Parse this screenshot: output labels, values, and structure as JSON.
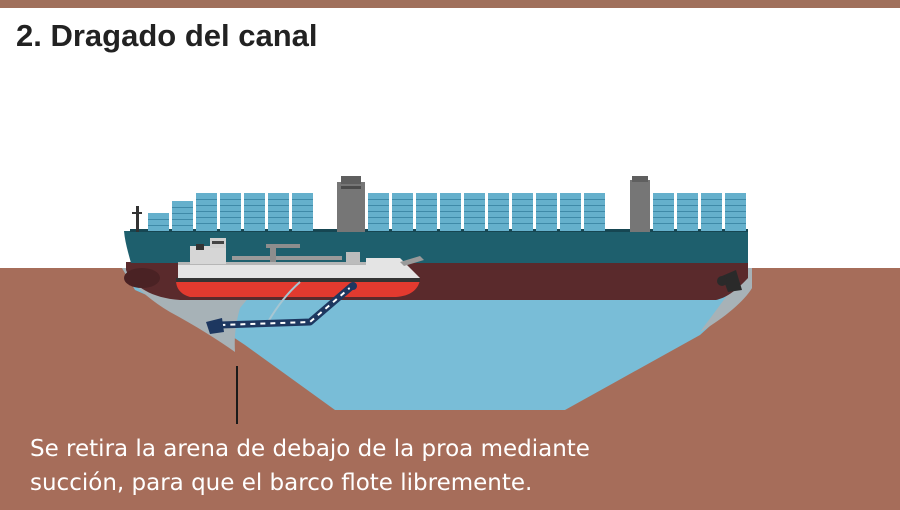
{
  "title": "2. Dragado del canal",
  "caption": {
    "line1": "Se retira la arena de debajo de la proa mediante",
    "line2": "succión, para que el barco flote libremente."
  },
  "colors": {
    "top_bar": "#a0705c",
    "ground": "#a66d5a",
    "water": "#79bdd7",
    "sand": "#a7b2b7",
    "hull_teal": "#1e5f6d",
    "hull_dark": "#5a2a2c",
    "container": "#65b0cc",
    "dredger_hull": "#e23a2f",
    "dredger_body": "#e4e4e4"
  },
  "icons": {
    "ship": "container-ship-icon",
    "dredger": "dredger-boat-icon",
    "pipe": "suction-pipe-icon"
  }
}
